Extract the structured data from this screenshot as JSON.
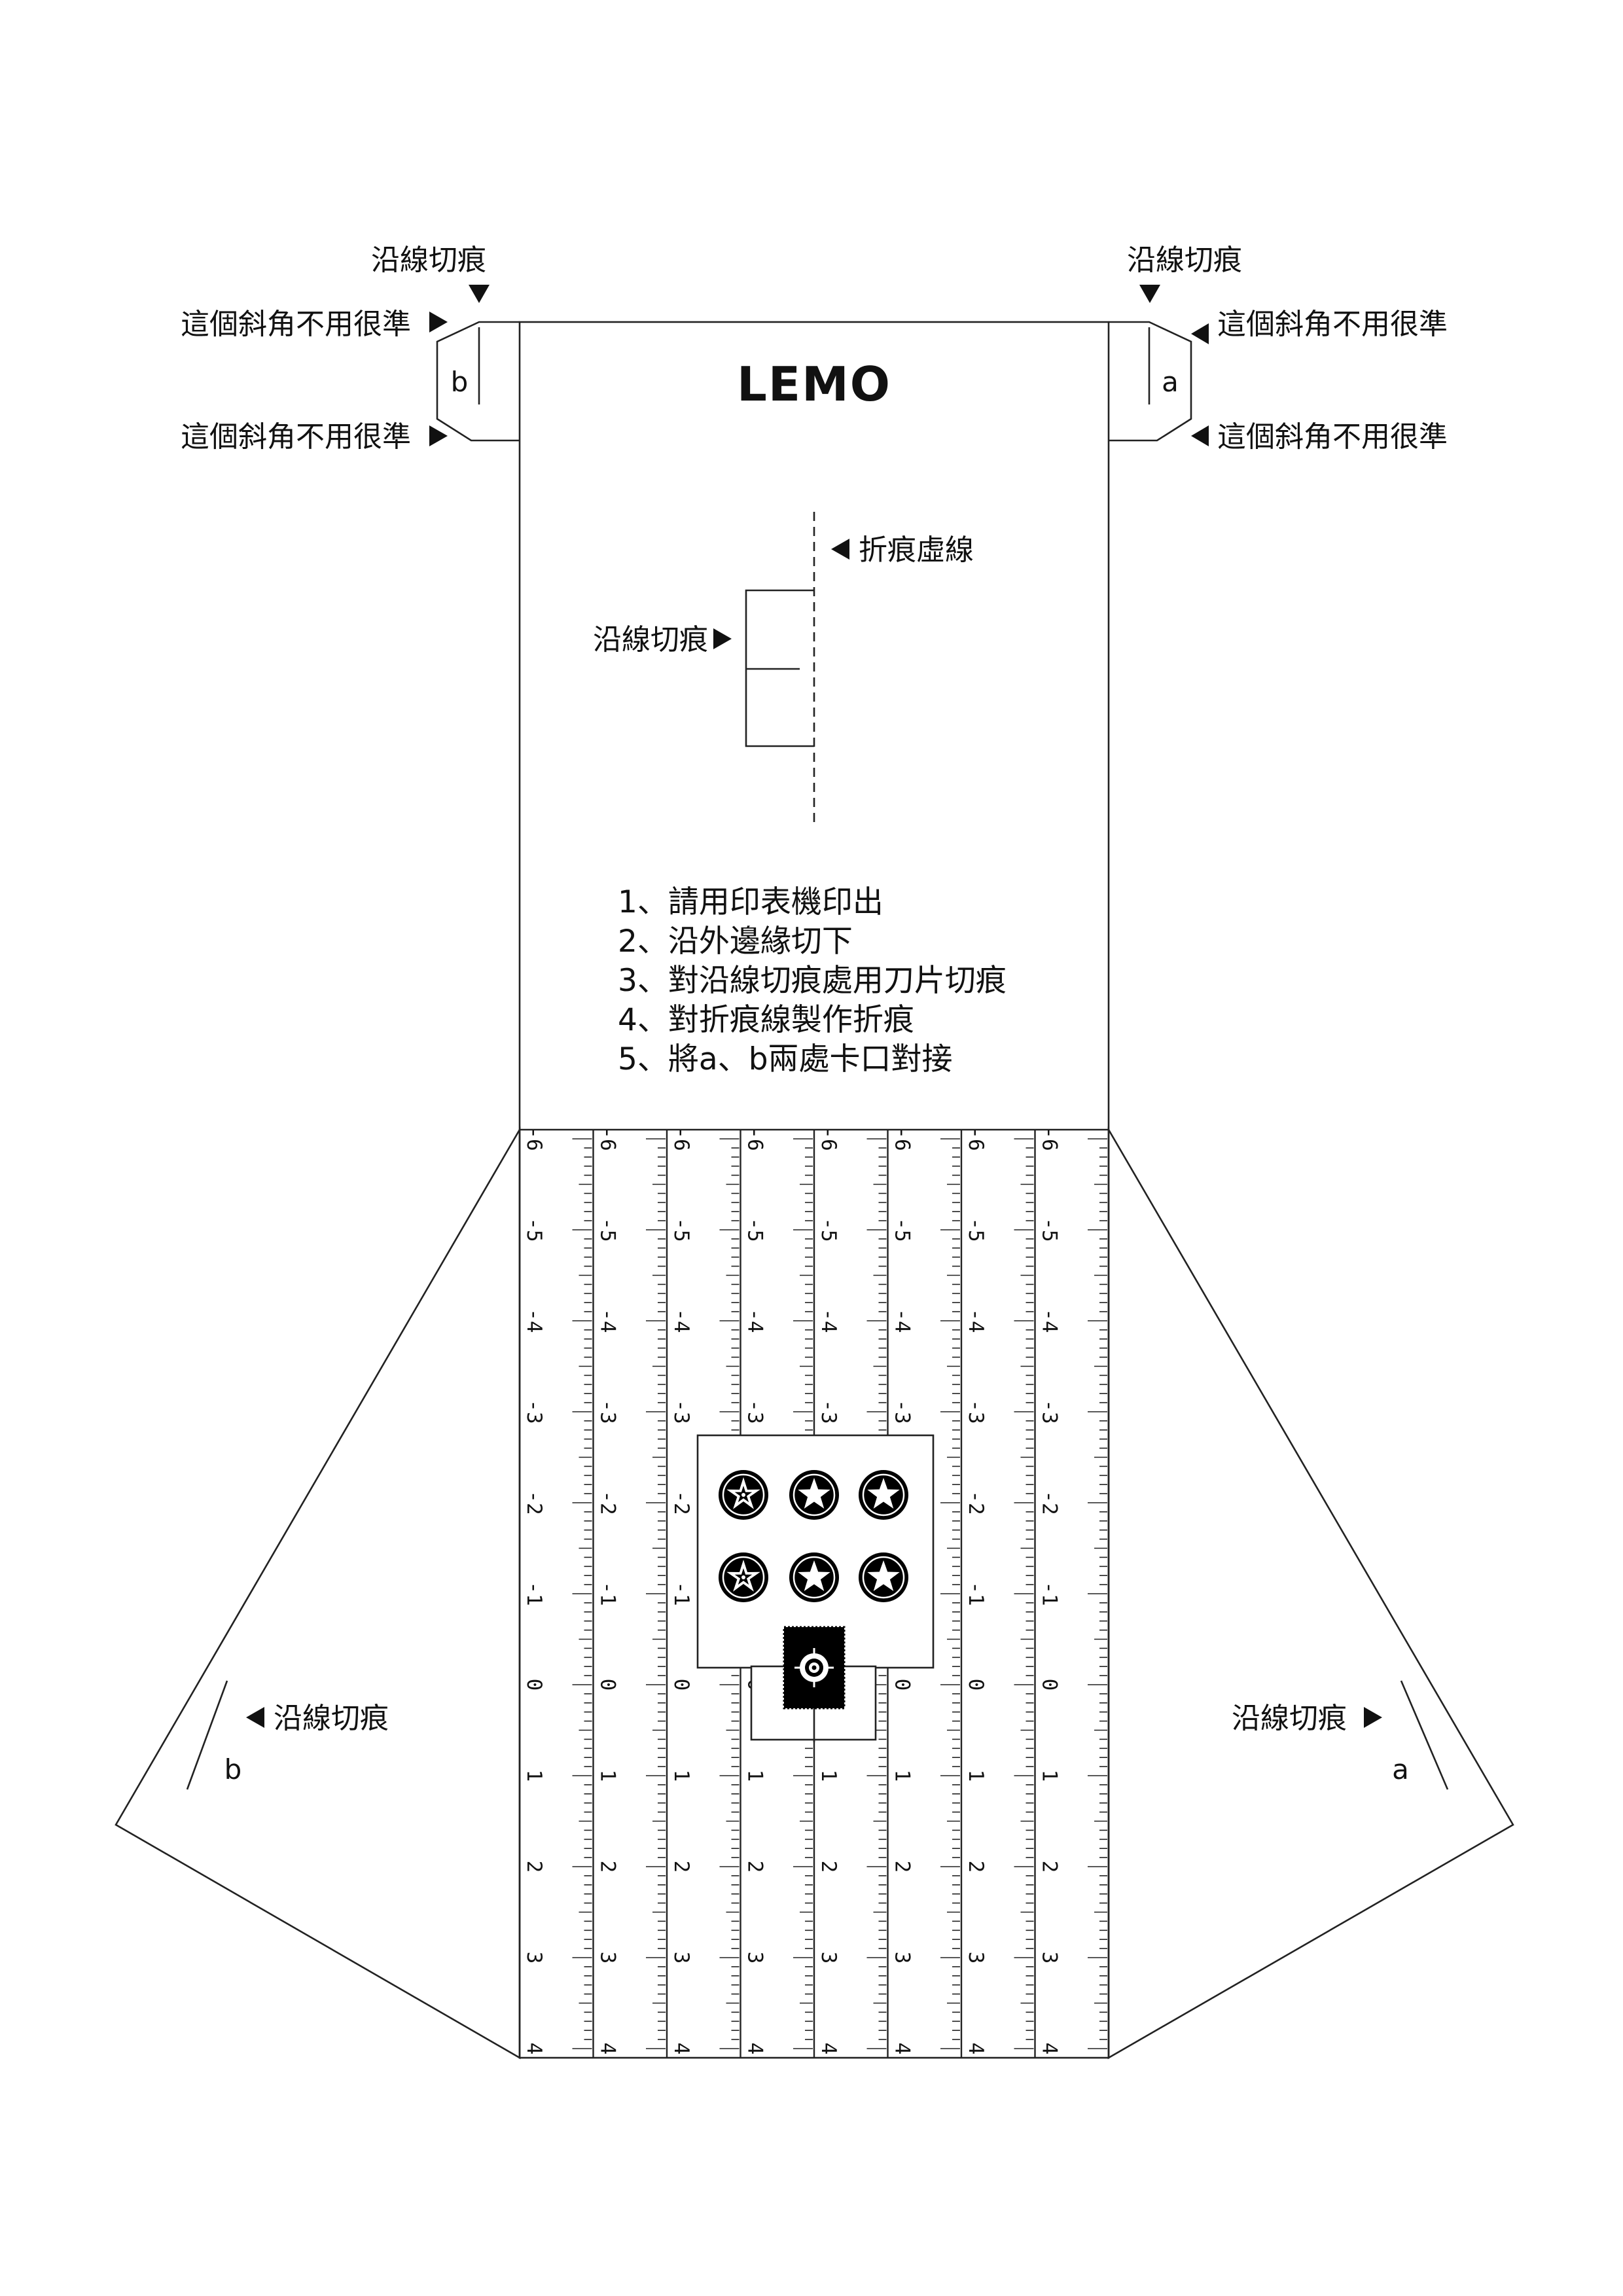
{
  "logo": "LEMO",
  "labels": {
    "cut_line": "沿線切痕",
    "bevel_note": "這個斜角不用很準",
    "fold_line": "折痕虛線"
  },
  "tabs": {
    "left": "b",
    "right": "a"
  },
  "instructions": [
    "1、請用印表機印出",
    "2、沿外邊緣切下",
    "3、對沿線切痕處用刀片切痕",
    "4、對折痕線製作折痕",
    "5、將a、b兩處卡口對接"
  ],
  "ruler": {
    "strip_count": 8,
    "tick_labels": [
      "-6",
      "-5",
      "-4",
      "-3",
      "-2",
      "-1",
      "0",
      "1",
      "2",
      "3",
      "4"
    ]
  },
  "icons": [
    "flower-star-badge",
    "star-badge",
    "star-badge",
    "flower-star-badge",
    "star-badge",
    "star-badge",
    "target-marker"
  ]
}
